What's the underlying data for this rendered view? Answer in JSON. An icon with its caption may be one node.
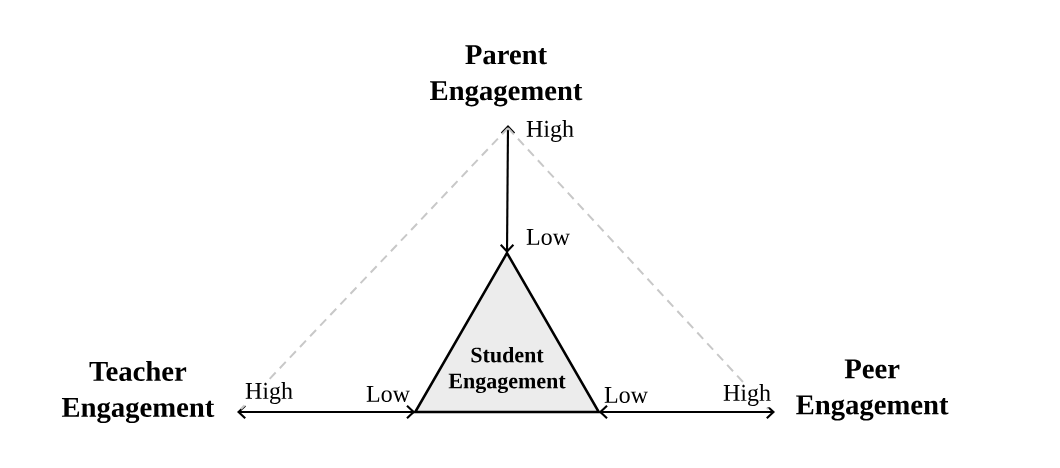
{
  "diagram": {
    "nodes": [
      {
        "text": [
          "Parent Engagement"
        ]
      },
      {
        "text": [
          "Teacher Engagement"
        ]
      },
      {
        "text": [
          "Student Engagement"
        ]
      },
      {
        "text": [
          "Peer Engagement"
        ]
      }
    ],
    "edges": [
      {
        "from": 0,
        "to": 2,
        "arrow": "both"
      },
      {
        "from": 1,
        "to": 2,
        "arrow": "both"
      },
      {
        "from": 2,
        "to": 3,
        "arrow": "both"
      },
      {
        "from": 0,
        "to": 1,
        "arrow": "none",
        "style": "dashed",
        "color": "#c8c8c8"
      },
      {
        "from": 0,
        "to": 3,
        "arrow": "none",
        "style": "dashed",
        "color": "#c8c8c8"
      }
    ],
    "labels": [
      "High",
      "Low",
      "High",
      "Low",
      "Low",
      "High"
    ]
  }
}
